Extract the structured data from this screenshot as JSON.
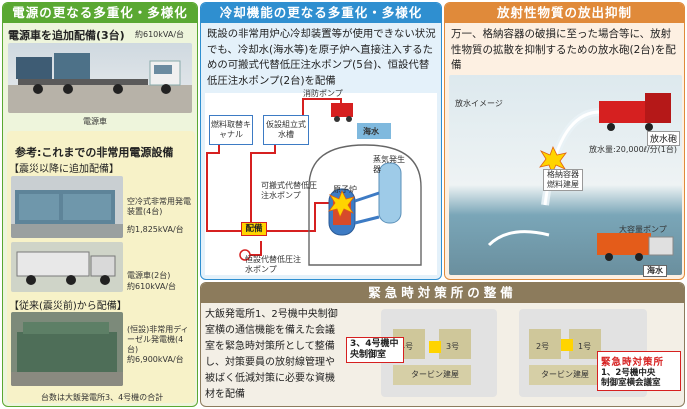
{
  "power": {
    "header": "電源の更なる多重化・多様化",
    "line1_title": "電源車を追加配備(3台)",
    "line1_spec": "約610kVA/台",
    "truck_caption": "電源車",
    "ref_title": "参考:これまでの非常用電源設備",
    "after_quake": "【震災以降に追加配備】",
    "aircooled_label": "空冷式非常用発電装置(4台)",
    "aircooled_spec": "約1,825kVA/台",
    "truck2_label": "電源車(2台)",
    "truck2_spec": "約610kVA/台",
    "before_quake": "【従来(震災前)から配備】",
    "diesel_label": "(恒設)非常用ディーゼル発電機(4台)",
    "diesel_spec": "約6,900kVA/台",
    "footnote": "台数は大飯発電所3、4号機の合計"
  },
  "cooling": {
    "header": "冷却機能の更なる多重化・多様化",
    "body": "既設の非常用炉心冷却装置等が使用できない状況でも、冷却水(海水等)を原子炉へ直接注入するための可搬式代替低圧注水ポンプ(5台)、恒設代替低圧注水ポンプ(2台)を配備",
    "fire_pump": "消防ポンプ",
    "fuel_canal": "燃料取替キャナル",
    "temp_tank": "仮設組立式水槽",
    "sea1": "海水",
    "portable_pump": "可搬式代替低圧注水ポンプ",
    "backup": "配備",
    "permanent_pump": "恒設代替低圧注水ポンプ",
    "reactor": "原子炉",
    "steam_gen": "蒸気発生器"
  },
  "radiation": {
    "header": "放射性物質の放出抑制",
    "body": "万一、格納容器の破損に至った場合等に、放射性物質の拡散を抑制するための放水砲(2台)を配備",
    "image_label": "放水イメージ",
    "cannon_label": "放水砲",
    "cannon_spec": "放水量:20,000ℓ/分(1台)",
    "building_label": "格納容器燃料建屋",
    "big_pump": "大容量ポンプ",
    "sea2": "海水"
  },
  "emergency": {
    "header": "緊急時対策所の整備",
    "body": "大飯発電所1、2号機中央制御室横の通信機能を備えた会議室を緊急時対策所として整備し、対策要員の放射線管理や被ばく低減対策に必要な資機材を配備",
    "unit4": "4号",
    "unit3": "3号",
    "unit2": "2号",
    "unit1": "1号",
    "turbine_a": "タービン建屋",
    "turbine_b": "タービン建屋",
    "control34": "3、4号機中央制御室",
    "emergency_room_title": "緊急時対策所",
    "emergency_room_sub1": "1、2号機中央",
    "emergency_room_sub2": "制御室横会議室"
  },
  "colors": {
    "green": "#5aa832",
    "blue": "#2f8fd0",
    "orange": "#e08a3a",
    "brown": "#8c7b5c",
    "red": "#d62020"
  }
}
